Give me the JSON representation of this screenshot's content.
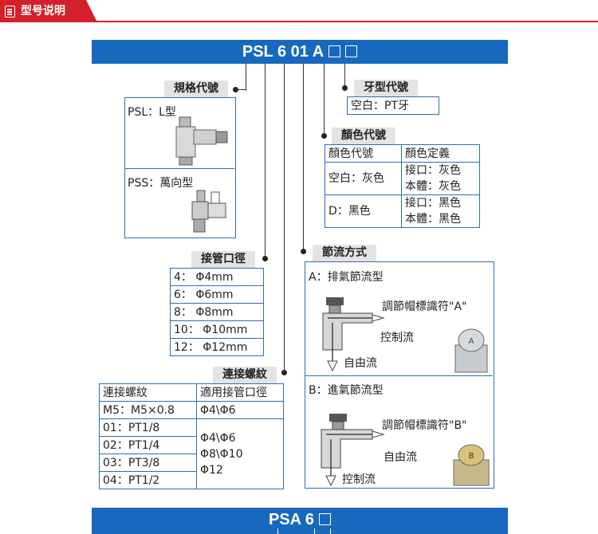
{
  "header": {
    "title": "型号说明",
    "icon": "document-icon",
    "accent": "#d4202b"
  },
  "banner_top": {
    "code": "PSL 6 01 A"
  },
  "banner_bottom": {
    "code": "PSA 6"
  },
  "spec": {
    "title": "規格代號",
    "rows": [
      {
        "label": "PSL：L型",
        "icon": "elbow-fitting-icon"
      },
      {
        "label": "PSS：萬向型",
        "icon": "universal-fitting-icon"
      }
    ]
  },
  "pipe": {
    "title": "接管口徑",
    "rows": [
      "4：  Φ4mm",
      "6：  Φ6mm",
      "8：  Φ8mm",
      "10：  Φ10mm",
      "12：  Φ12mm"
    ]
  },
  "thread": {
    "title": "連接螺紋",
    "headers": [
      "連接螺紋",
      "適用接管口徑"
    ],
    "rows": [
      {
        "thread": "M5：M5×0.8",
        "pipe": "Φ4\\Φ6"
      },
      {
        "thread": "01：PT1/8"
      },
      {
        "thread": "02：PT1/4"
      },
      {
        "thread": "03：PT3/8"
      },
      {
        "thread": "04：PT1/2"
      }
    ],
    "group_pipe": [
      "Φ4\\Φ6",
      "Φ8\\Φ10",
      "Φ12"
    ]
  },
  "tooth": {
    "title": "牙型代號",
    "value": "空白：PT牙"
  },
  "color": {
    "title": "顏色代號",
    "headers": [
      "顏色代號",
      "顏色定義"
    ],
    "rows": [
      {
        "code": "空白：灰色",
        "line1": "接口：灰色",
        "line2": "本體：灰色"
      },
      {
        "code": "D：黑色",
        "line1": "接口：黑色",
        "line2": "本體：黑色"
      }
    ]
  },
  "throttle": {
    "title": "節流方式",
    "a": {
      "label": "A：排氣節流型",
      "cap": "調節帽標識符\"A\"",
      "control": "控制流",
      "free": "自由流",
      "badge": "A"
    },
    "b": {
      "label": "B：進氣節流型",
      "cap": "調節帽標識符\"B\"",
      "free": "自由流",
      "control": "控制流",
      "badge": "B"
    }
  }
}
